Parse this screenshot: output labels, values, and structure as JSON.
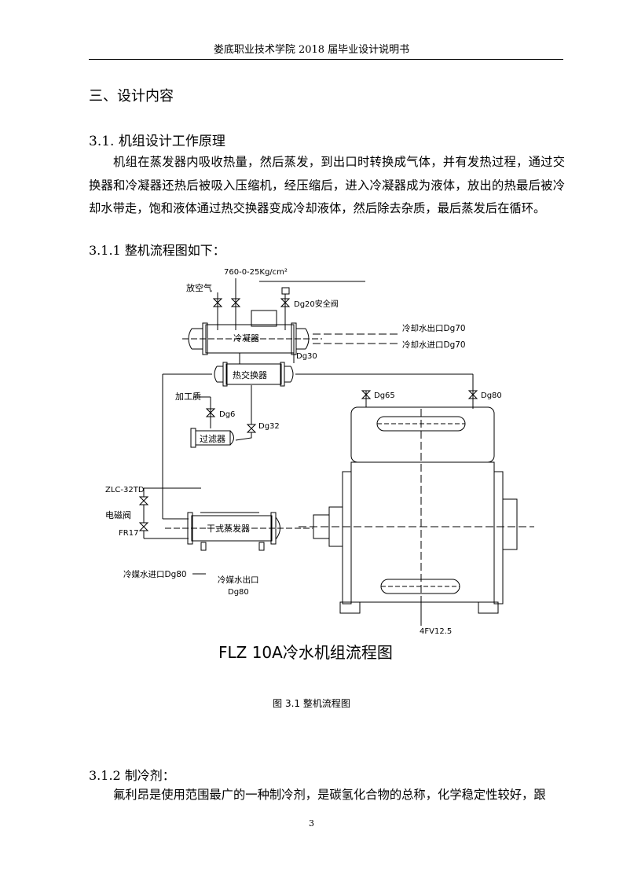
{
  "header": {
    "title": "娄底职业技术学院 2018 届毕业设计说明书"
  },
  "section": {
    "title": "三、设计内容"
  },
  "subsection_1": {
    "title": "3.1. 机组设计工作原理",
    "paragraph": "机组在蒸发器内吸收热量，然后蒸发，到出口时转换成气体，并有发热过程，通过交换器和冷凝器还热后被吸入压缩机，经压缩后，进入冷凝器成为液体，放出的热最后被冷却水带走，饱和液体通过热交换器变成冷却液体，然后除去杂质，最后蒸发后在循环。"
  },
  "subsection_2": {
    "title": "3.1.1 整机流程图如下："
  },
  "figure": {
    "labels": {
      "gauge": "760-0-25Kg/cm²",
      "air_vent": "放空气",
      "safety_valve": "Dg20安全阀",
      "condenser": "冷凝器",
      "cooling_out": "冷却水出口Dg70",
      "cooling_in": "冷却水进口Dg70",
      "dg30": "Dg30",
      "heat_exchanger": "热交换器",
      "fill": "加工质",
      "dg6": "Dg6",
      "dg32": "Dg32",
      "filter": "过滤器",
      "dg65": "Dg65",
      "dg80_right": "Dg80",
      "zlc": "ZLC-32TD",
      "solenoid": "电磁阀",
      "fr17": "FR17",
      "evaporator": "干式蒸发器",
      "chilled_in": "冷媒水进口Dg80",
      "chilled_out": "冷媒水出口",
      "dg80_bottom": "Dg80",
      "compressor": "4FV12.5",
      "title": "FLZ 10A冷水机组流程图"
    },
    "caption": "图 3.1 整机流程图"
  },
  "subsection_3": {
    "title": "3.1.2 制冷剂：",
    "paragraph": "氟利昂是使用范围最广的一种制冷剂，是碳氢化合物的总称，化学稳定性较好，跟"
  },
  "page": {
    "number": "3"
  }
}
